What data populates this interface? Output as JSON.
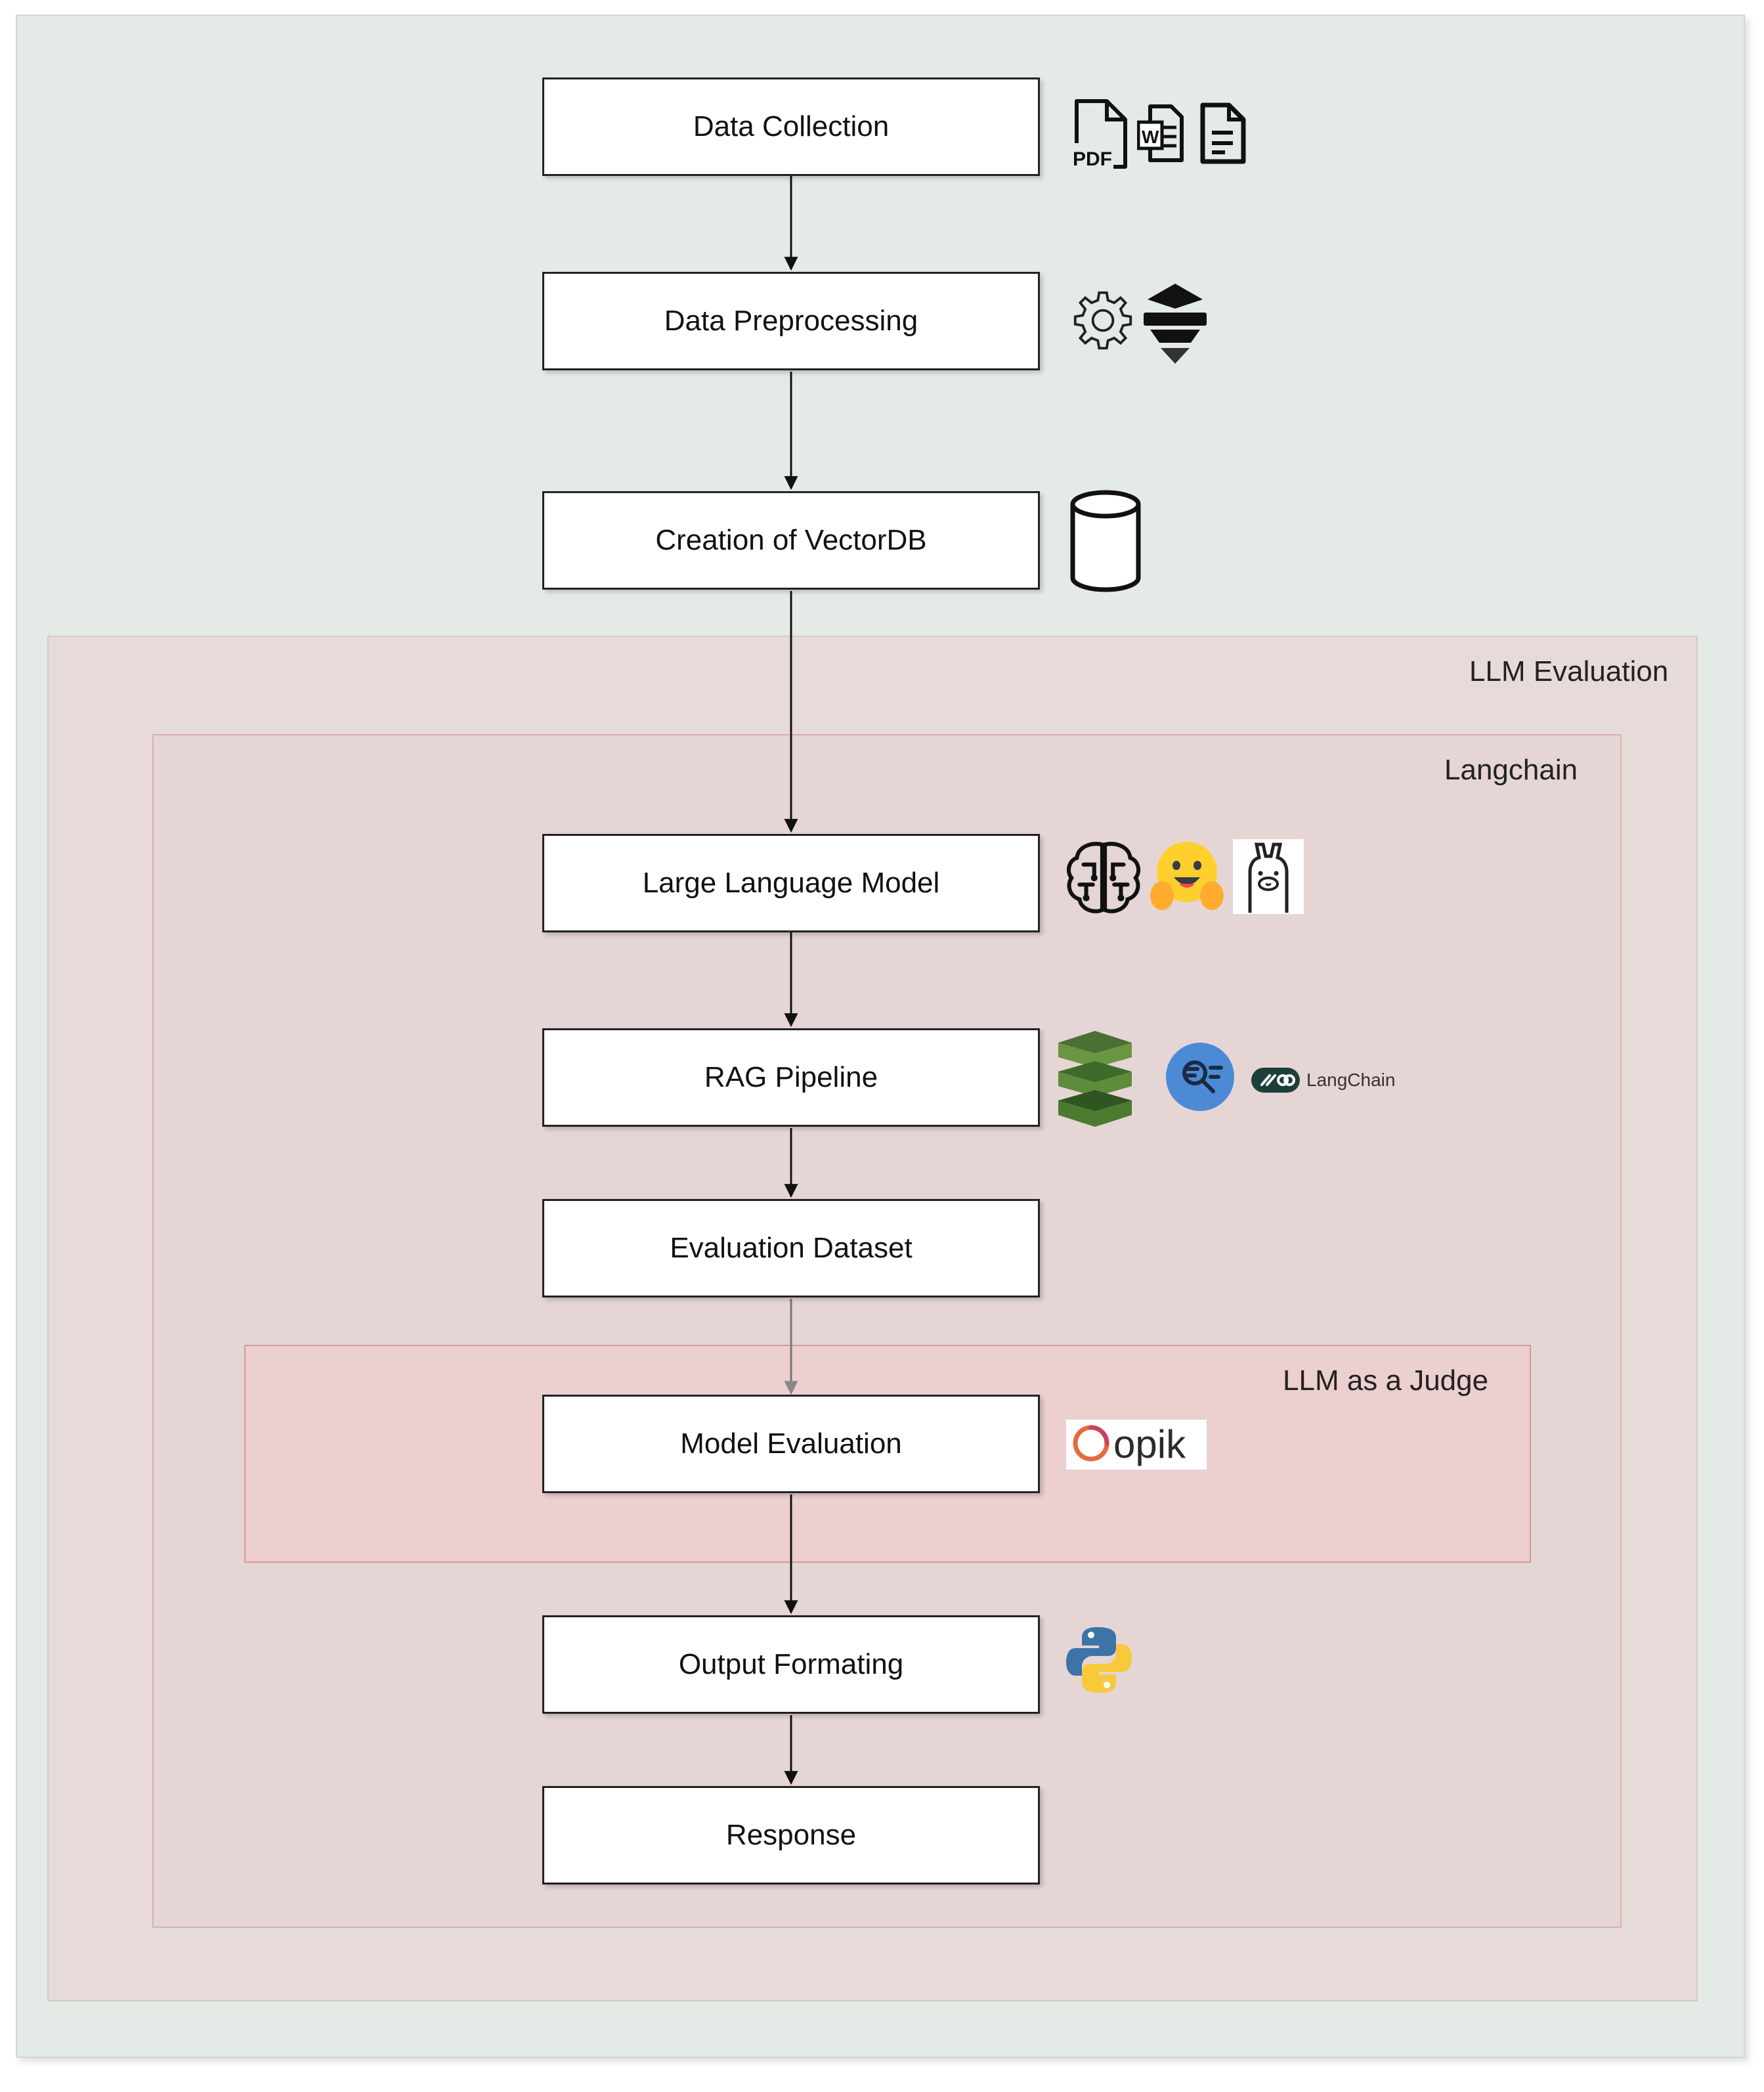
{
  "groups": {
    "llm_evaluation": "LLM Evaluation",
    "langchain": "Langchain",
    "llm_as_judge": "LLM as a Judge"
  },
  "steps": [
    {
      "label": "Data Collection"
    },
    {
      "label": "Data Preprocessing"
    },
    {
      "label": "Creation of VectorDB"
    },
    {
      "label": "Large Language Model"
    },
    {
      "label": "RAG Pipeline"
    },
    {
      "label": "Evaluation Dataset"
    },
    {
      "label": "Model Evaluation"
    },
    {
      "label": "Output Formating"
    },
    {
      "label": "Response"
    }
  ],
  "icons": {
    "pdf_text": "PDF",
    "word_text": "W",
    "langchain_text": "LangChain",
    "opik_text": "opik"
  }
}
